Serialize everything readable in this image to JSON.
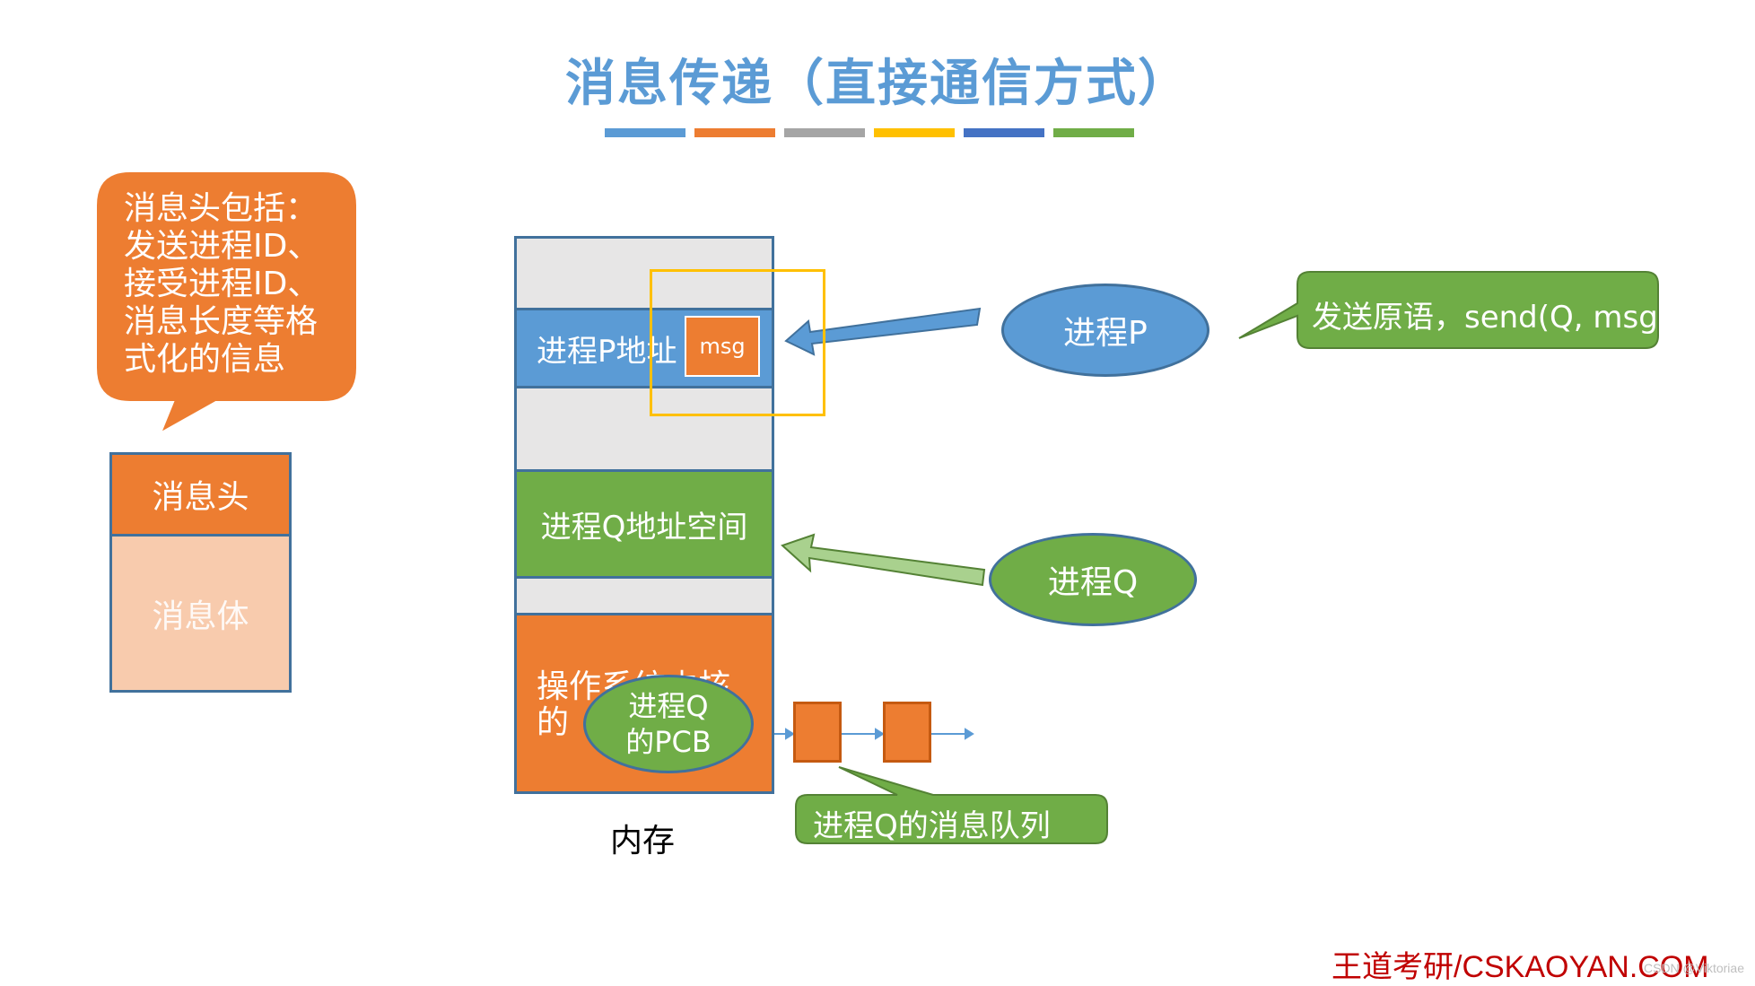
{
  "title": "消息传递（直接通信方式）",
  "stripe_colors": [
    "#5b9bd5",
    "#ed7d31",
    "#a5a5a5",
    "#ffc000",
    "#4472c4",
    "#70ad47"
  ],
  "header_callout": {
    "lines": [
      "消息头包括：",
      "发送进程ID、",
      "接受进程ID、",
      "消息长度等格",
      "式化的信息"
    ],
    "color": "#ed7d31"
  },
  "message_struct": {
    "head": "消息头",
    "body": "消息体"
  },
  "memory": {
    "label": "内存",
    "p_space": "进程P地址",
    "msg": "msg",
    "q_space": "进程Q地址空间",
    "kernel_line1": "操作系统内核",
    "kernel_line2": "的"
  },
  "processes": {
    "p": "进程P",
    "q": "进程Q",
    "pcb_line1": "进程Q",
    "pcb_line2": "的PCB"
  },
  "callouts": {
    "send": "发送原语，send(Q, msg)",
    "queue": "进程Q的消息队列"
  },
  "colors": {
    "blue": "#5b9bd5",
    "orange": "#ed7d31",
    "green": "#70ad47",
    "yellow": "#ffc000",
    "outline": "#41719c"
  },
  "footer": "王道考研/CSKAOYAN.COM",
  "watermark": "CSDN @Viktoriae"
}
